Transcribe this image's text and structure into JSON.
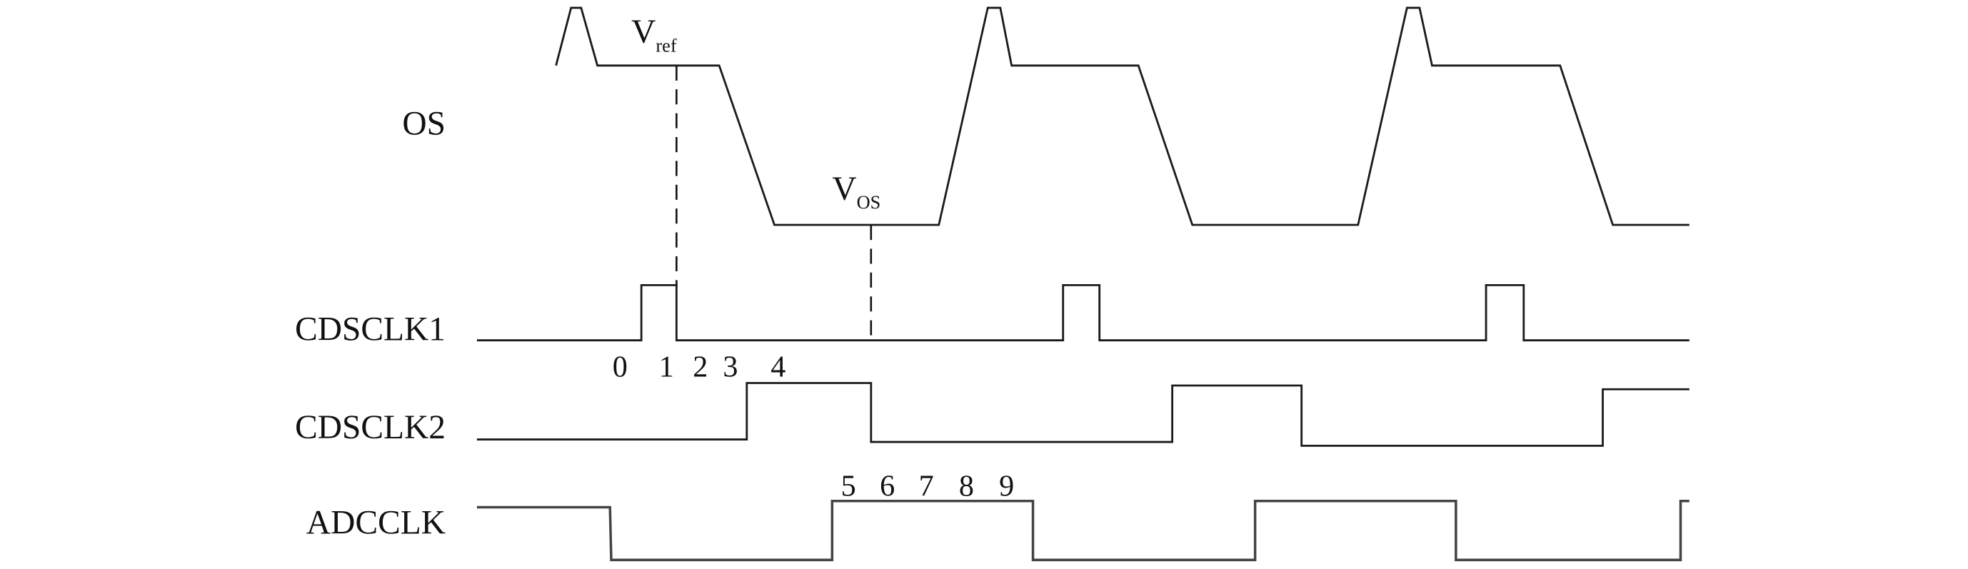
{
  "signals": {
    "os": "OS",
    "cdsclk1": "CDSCLK1",
    "cdsclk2": "CDSCLK2",
    "adcclk": "ADCCLK"
  },
  "annotations": {
    "vref_main": "V",
    "vref_sub": "ref",
    "vos_main": "V",
    "vos_sub": "OS"
  },
  "phase_numbers_cds": [
    "0",
    "1",
    "2",
    "3",
    "4"
  ],
  "phase_numbers_adc": [
    "5",
    "6",
    "7",
    "8",
    "9"
  ]
}
